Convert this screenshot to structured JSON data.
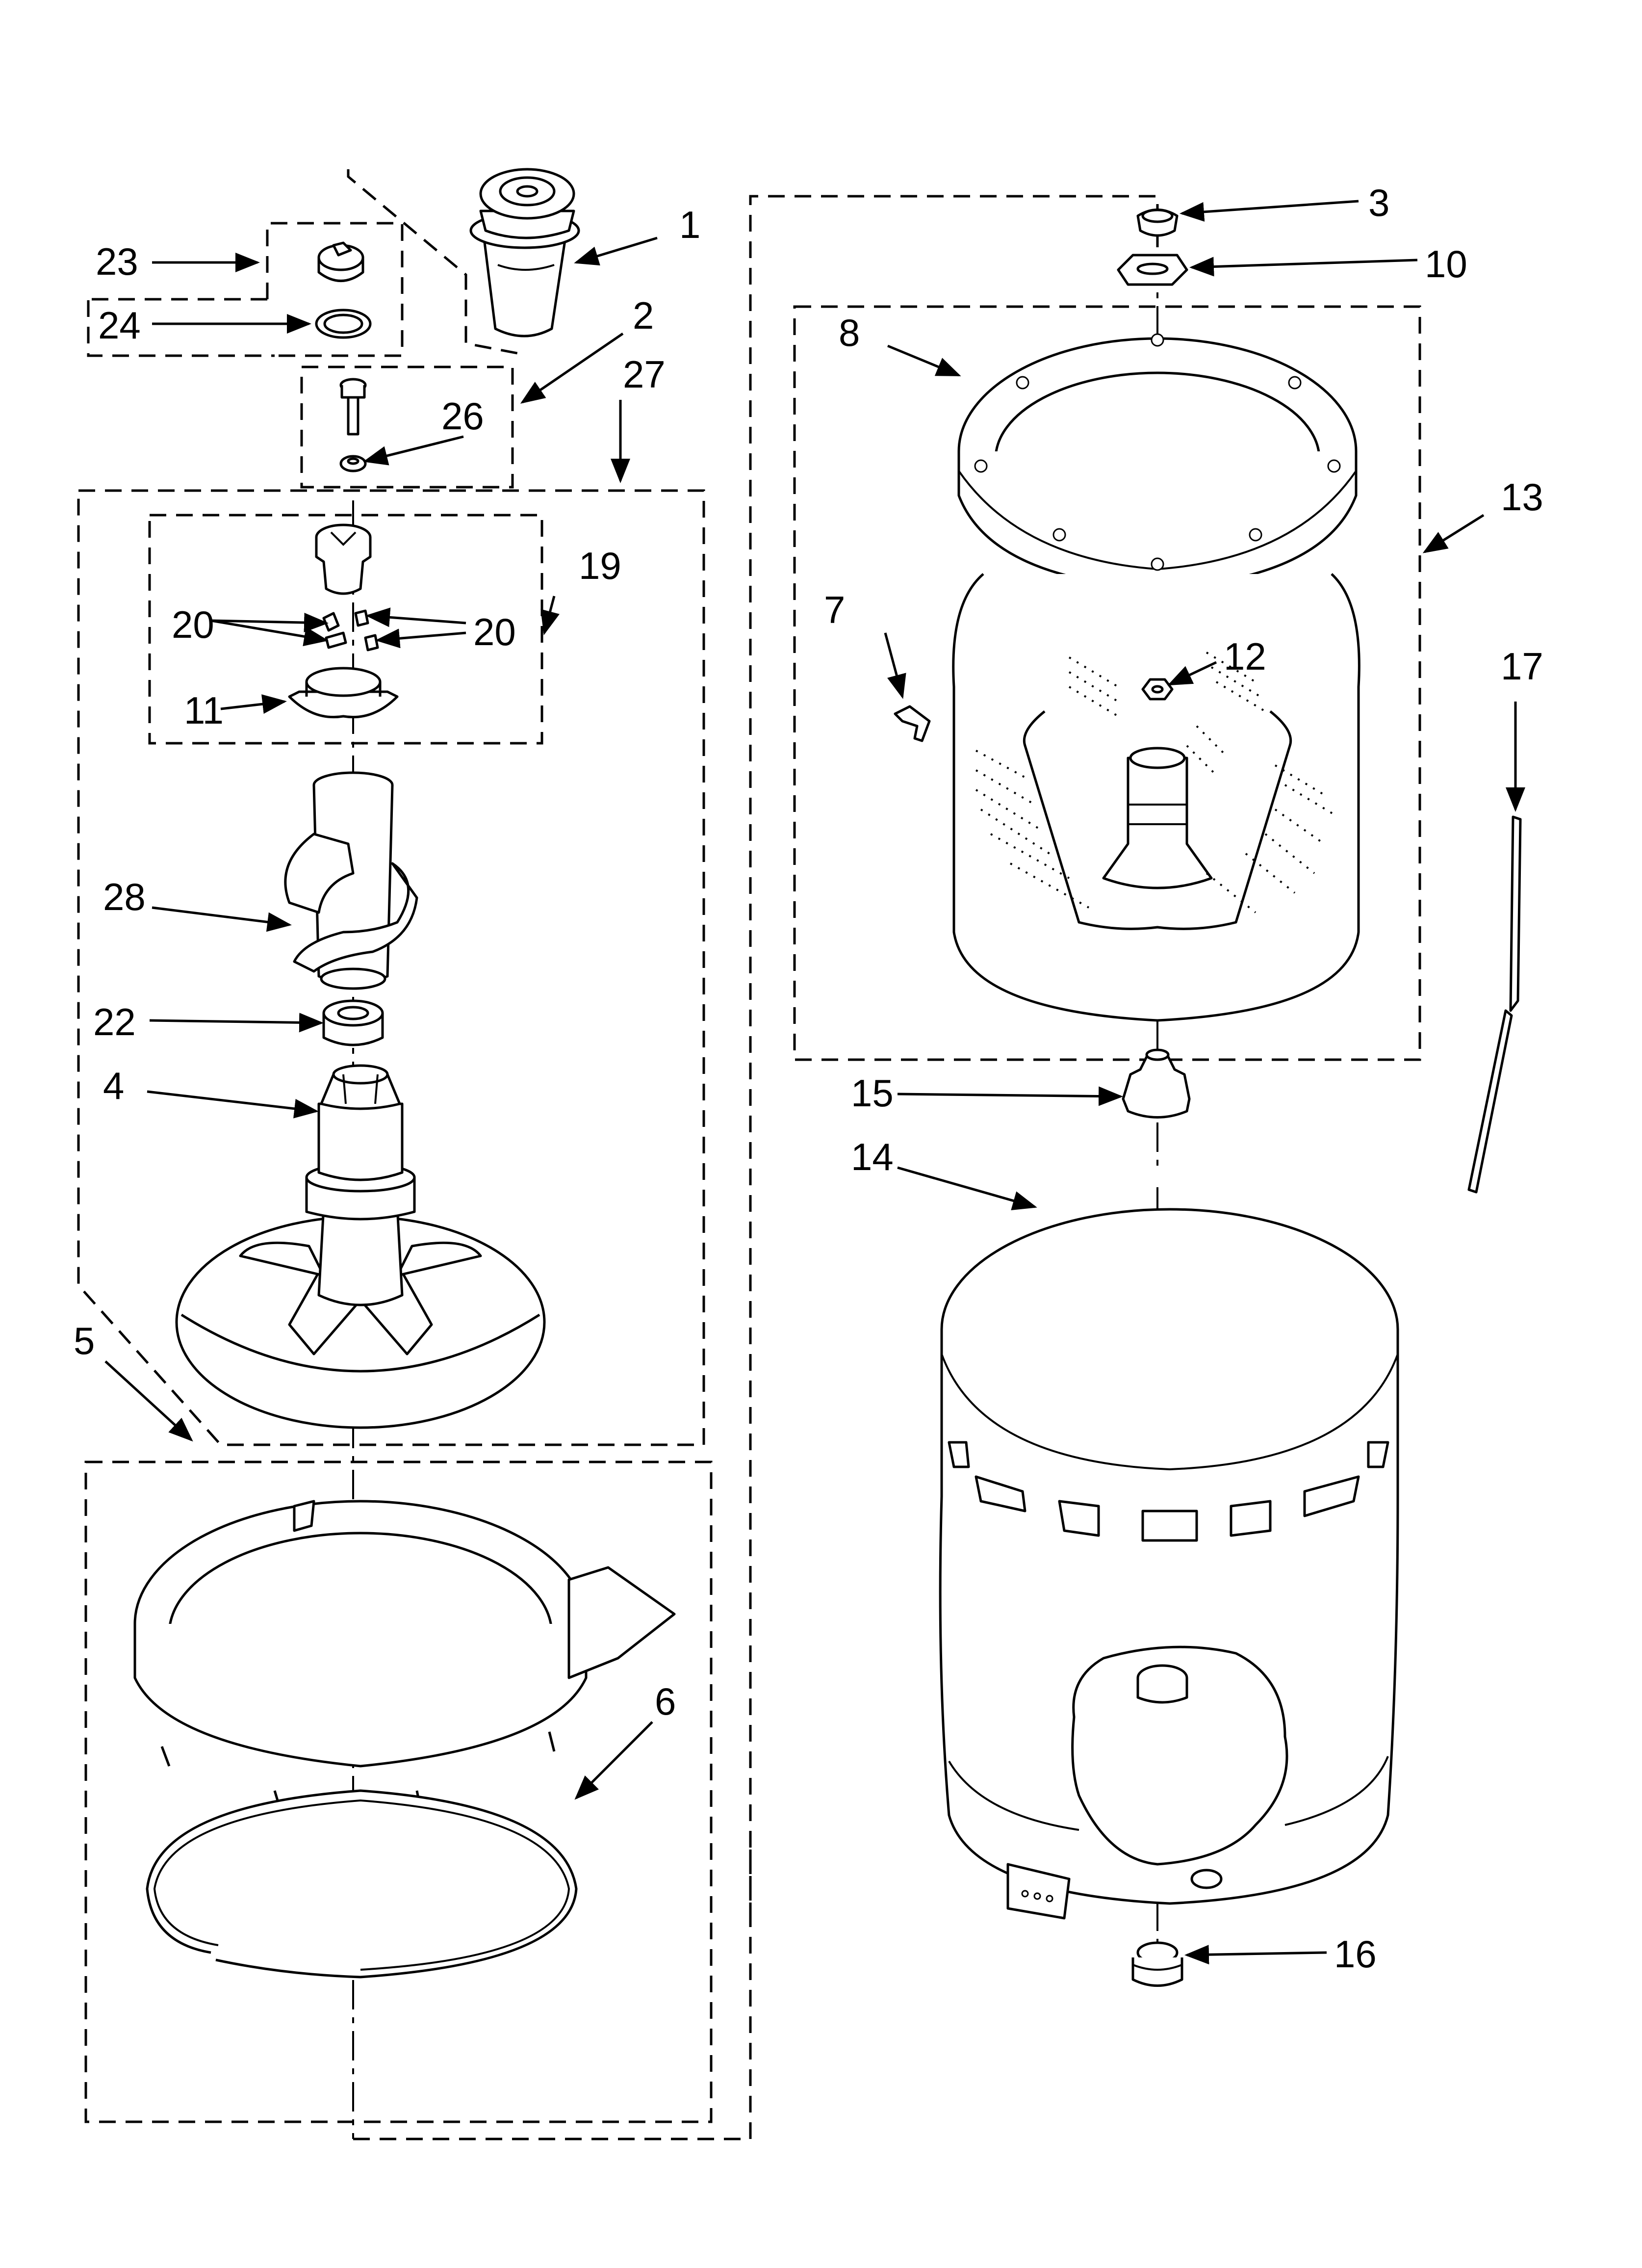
{
  "callouts": {
    "c1": "1",
    "c2": "2",
    "c3": "3",
    "c4": "4",
    "c5": "5",
    "c6": "6",
    "c7": "7",
    "c8": "8",
    "c10": "10",
    "c11": "11",
    "c12": "12",
    "c13": "13",
    "c14": "14",
    "c15": "15",
    "c16": "16",
    "c17": "17",
    "c19": "19",
    "c20a": "20",
    "c20b": "20",
    "c22": "22",
    "c23": "23",
    "c24": "24",
    "c26": "26",
    "c27": "27",
    "c28": "28"
  }
}
